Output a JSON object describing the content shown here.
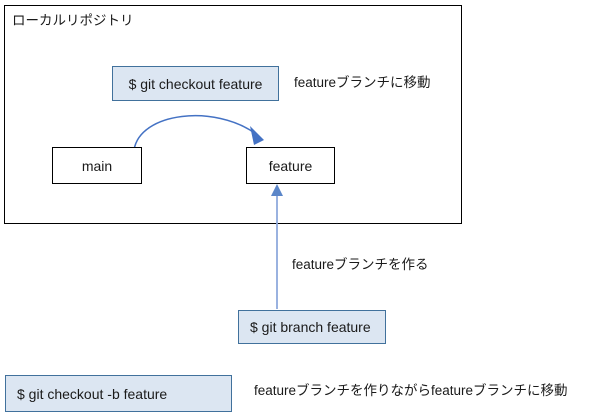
{
  "diagram": {
    "type": "flow-diagram",
    "topic": "git branch / checkout operations",
    "container": {
      "title": "ローカルリポジトリ"
    },
    "nodes": [
      {
        "id": "main",
        "label": "main"
      },
      {
        "id": "feature",
        "label": "feature"
      }
    ],
    "commands": [
      {
        "id": "checkout-feature",
        "label": "$ git checkout  feature"
      },
      {
        "id": "branch-feature",
        "label": "$ git branch feature"
      },
      {
        "id": "checkout-b-feature",
        "label": "$ git checkout  -b feature"
      }
    ],
    "annotations": [
      {
        "id": "move-to-feature",
        "label": "featureブランチに移動"
      },
      {
        "id": "create-feature",
        "label": "featureブランチを作る"
      },
      {
        "id": "create-and-move",
        "label": "featureブランチを作りながらfeatureブランチに移動"
      }
    ],
    "connectors": [
      {
        "id": "main-to-feature",
        "style": "curved-arrow",
        "from": "main",
        "to": "feature"
      },
      {
        "id": "branch-cmd-to-feature",
        "style": "straight-arrow",
        "from": "branch-feature",
        "to": "feature"
      }
    ],
    "colors": {
      "command_fill": "#dce6f2",
      "command_border": "#41719c",
      "node_border": "#000000",
      "container_border": "#000000",
      "arrow": "#4472c4",
      "text": "#1a1a1a",
      "background": "#ffffff"
    }
  }
}
